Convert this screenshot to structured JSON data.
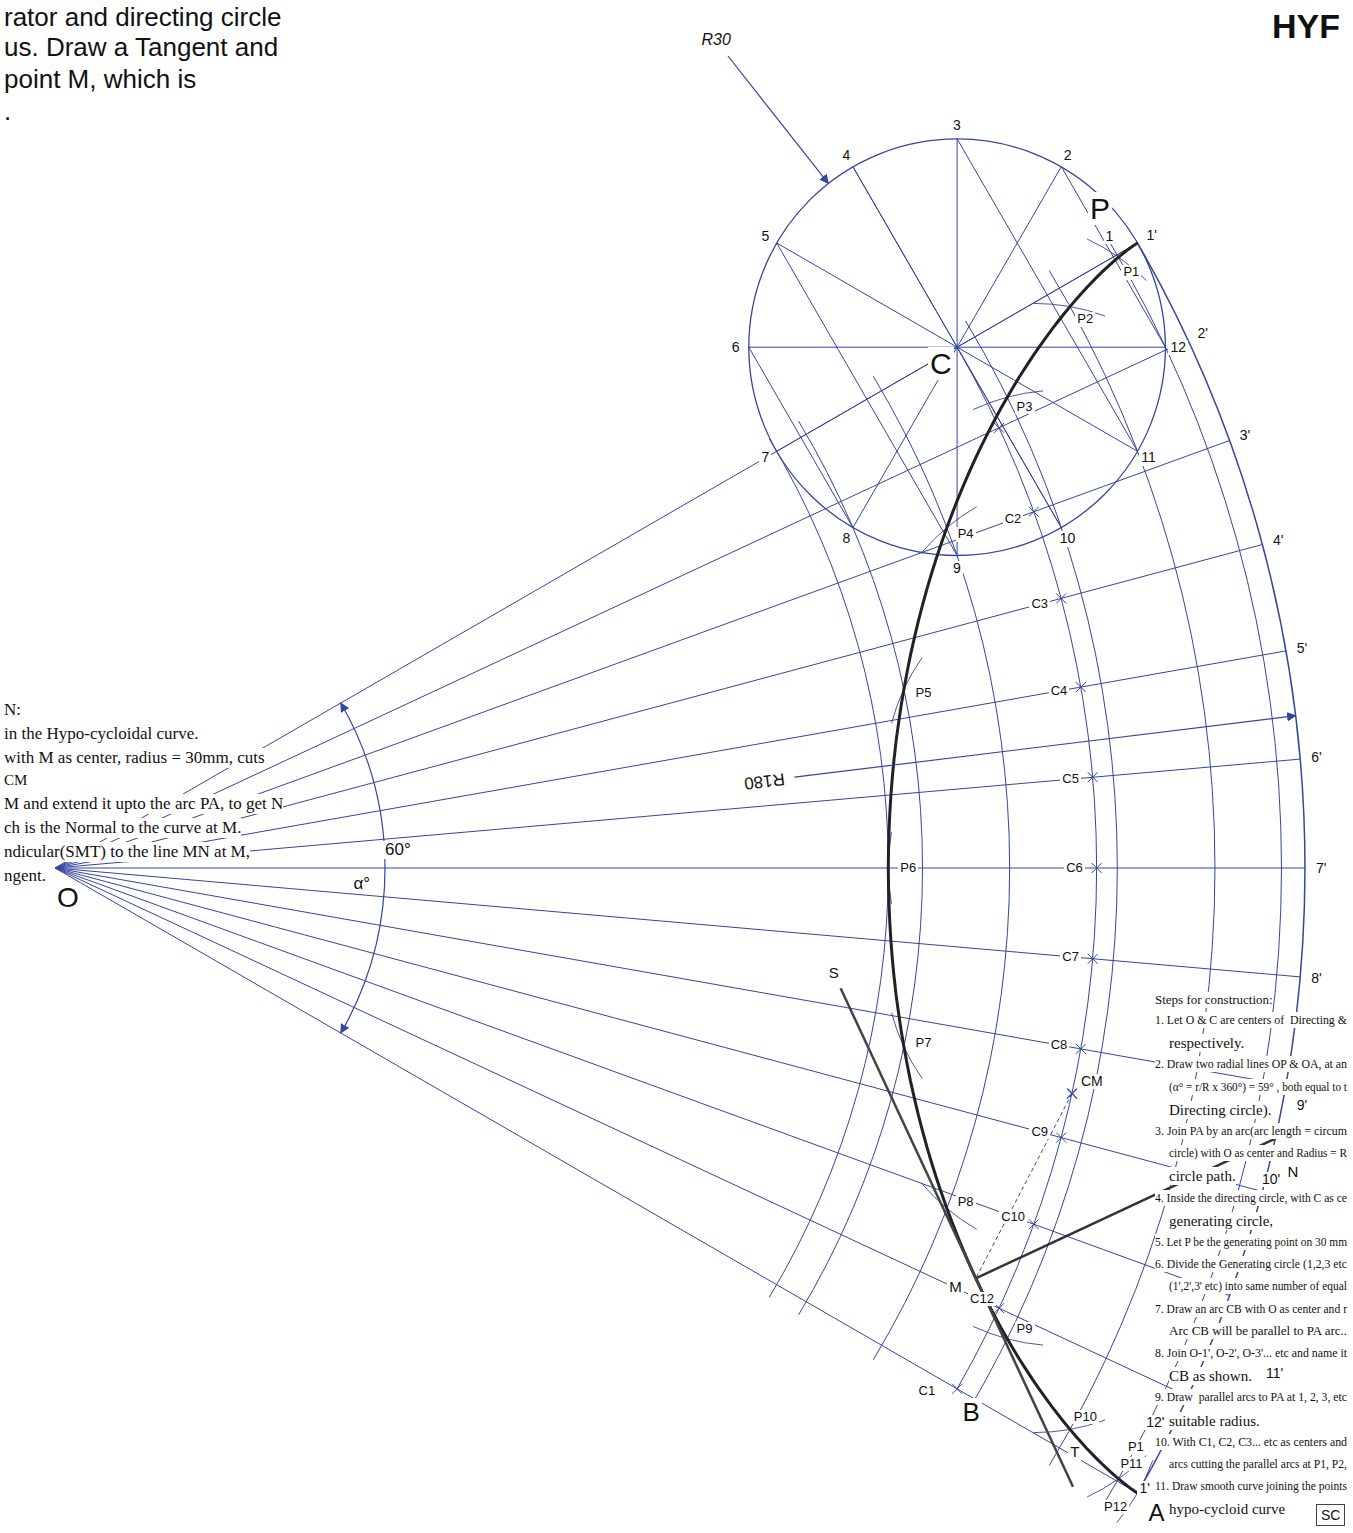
{
  "diagram": {
    "title": "HYF",
    "nodes": [
      {
        "text": [
          "SC"
        ]
      }
    ],
    "labels": [
      "rator and directing circle",
      "us. Draw a Tangent and",
      "point M, which is",
      ".",
      "N:",
      "in the Hypo-cycloidal curve.",
      "with M as center, radius = 30mm, cuts",
      "CM",
      "M and extend it upto the arc PA, to get N",
      "ch is the Normal to the curve at M.",
      "ndicular(SMT) to the line MN at M,",
      "ngent.",
      "R30",
      "P",
      "C",
      "O",
      "A",
      "B",
      "R180",
      "60°",
      "α°",
      "S",
      "N",
      "M",
      "T",
      "CM",
      "1",
      "2",
      "3",
      "4",
      "5",
      "6",
      "7",
      "8",
      "9",
      "10",
      "11",
      "12",
      "1'",
      "2'",
      "3'",
      "4'",
      "5'",
      "6'",
      "7'",
      "8'",
      "9'",
      "10'",
      "11'",
      "12'",
      "1'",
      "P1",
      "P2",
      "P3",
      "P4",
      "P5",
      "P6",
      "P7",
      "P8",
      "P9",
      "P10",
      "P11",
      "P12",
      "P1",
      "C2",
      "C3",
      "C4",
      "C5",
      "C6",
      "C7",
      "C8",
      "C9",
      "C10",
      "C12",
      "C1",
      "Steps for construction:",
      "1. Let O & C are centers of  Directing &",
      "respectively.",
      "2. Draw two radial lines OP & OA, at an",
      "(α° = r/R x 360°) = 59° , both equal to t",
      "Directing circle).",
      "3. Join PA by an arc(arc length = circum",
      "circle) with O as center and Radius = R",
      "circle path.",
      "4. Inside the directing circle, with C as ce",
      "generating circle,",
      "5. Let P be the generating point on 30 mm",
      "6. Divide the Generating circle (1,2,3 etc",
      "(1',2',3' etc) into same number of equal",
      "7. Draw an arc CB with O as center and r",
      "Arc CB will be parallel to PA arc..",
      "8. Join O-1', O-2', O-3'... etc and name it",
      "CB as shown.",
      "9. Draw  parallel arcs to PA at 1, 2, 3, etc",
      "suitable radius.",
      "10. With C1, C2, C3... etc as centers and",
      "arcs cutting the parallel arcs at P1, P2,",
      "11. Draw smooth curve joining the points",
      "hypo-cycloid curve"
    ]
  }
}
